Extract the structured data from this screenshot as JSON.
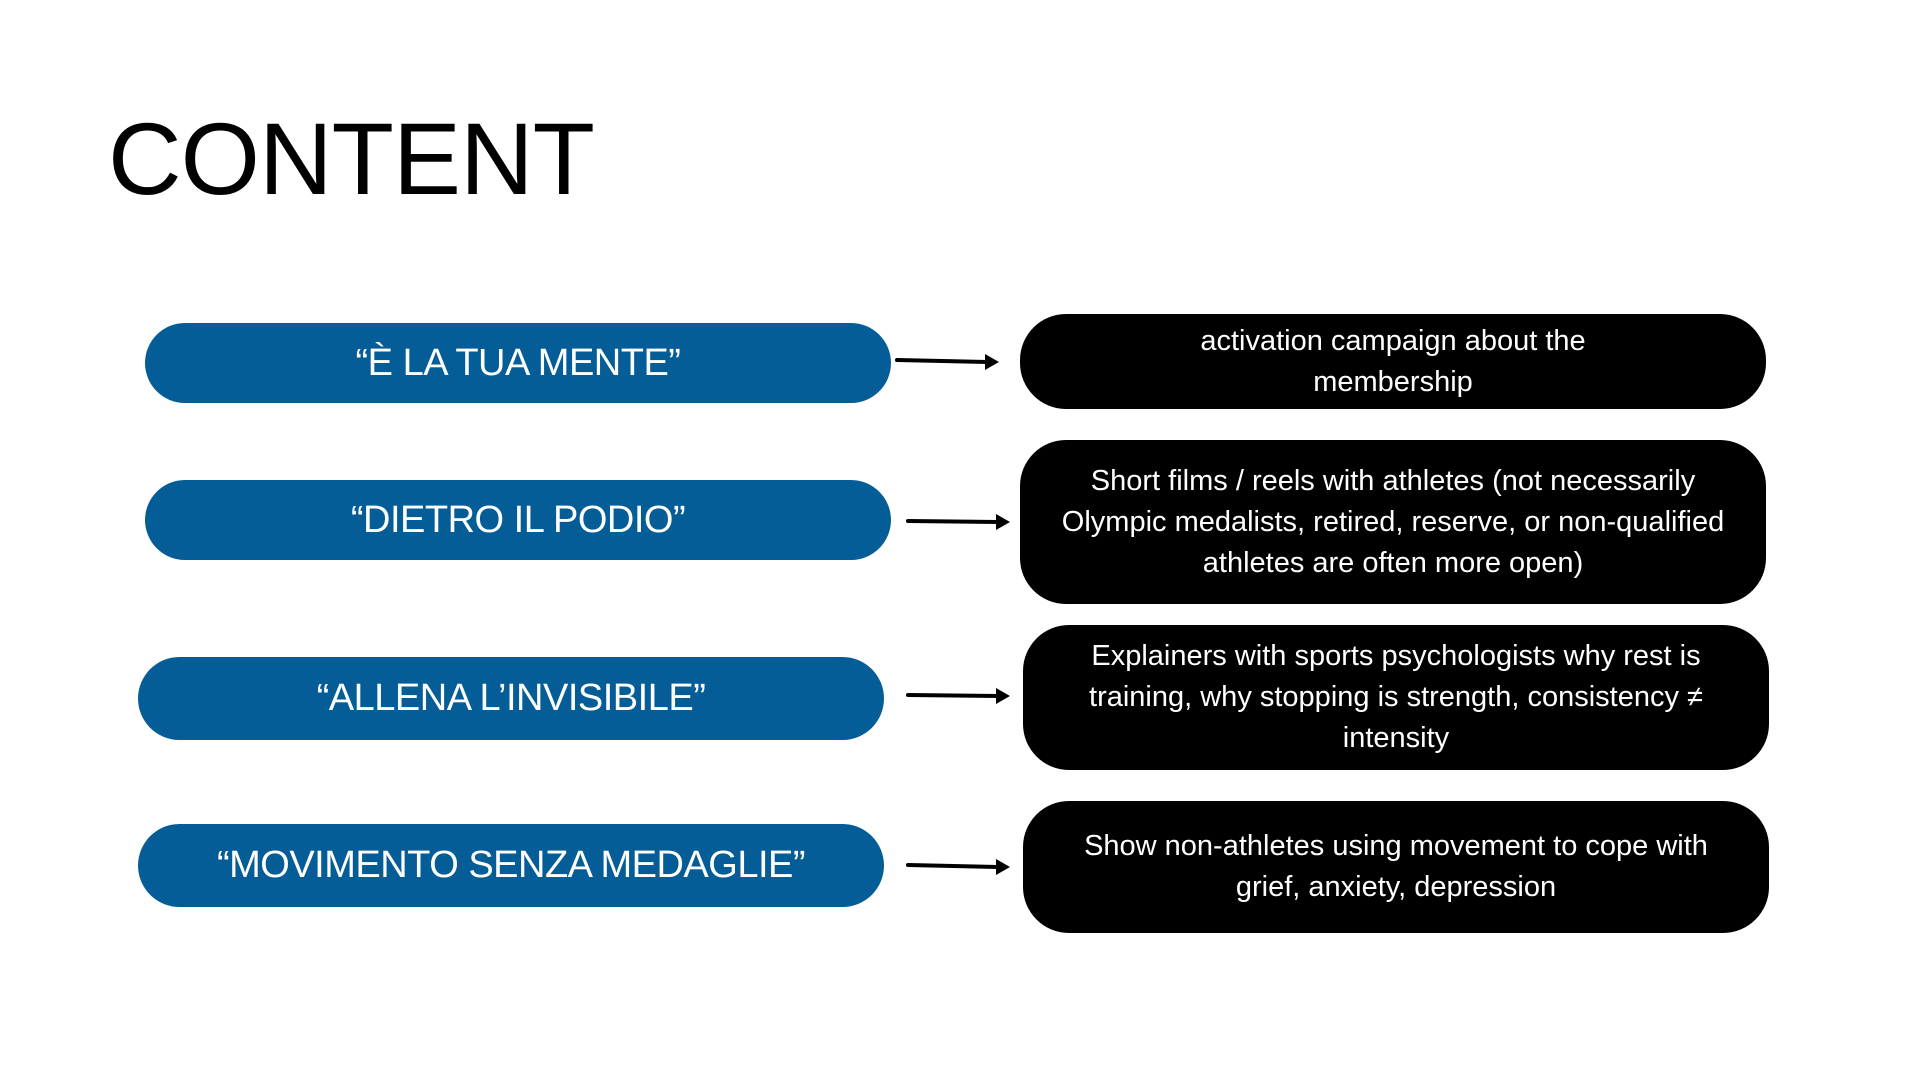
{
  "title": "CONTENT",
  "rows": [
    {
      "label": "“È LA TUA MENTE”",
      "description": "activation campaign about the membership"
    },
    {
      "label": "“DIETRO IL PODIO”",
      "description": "Short films / reels with athletes (not necessarily Olympic medalists, retired, reserve, or non-qualified athletes are often more open)"
    },
    {
      "label": "“ALLENA L’INVISIBILE”",
      "description": "Explainers with sports psychologists why rest is training, why stopping is strength, consistency ≠ intensity"
    },
    {
      "label": "“MOVIMENTO SENZA MEDAGLIE”",
      "description": "Show non-athletes using movement to cope with grief, anxiety, depression"
    }
  ],
  "colors": {
    "pill": "#045d97",
    "box": "#000000",
    "text_on_dark": "#ffffff",
    "arrow": "#000000"
  },
  "icons": {
    "connector": "right-arrow-icon"
  }
}
